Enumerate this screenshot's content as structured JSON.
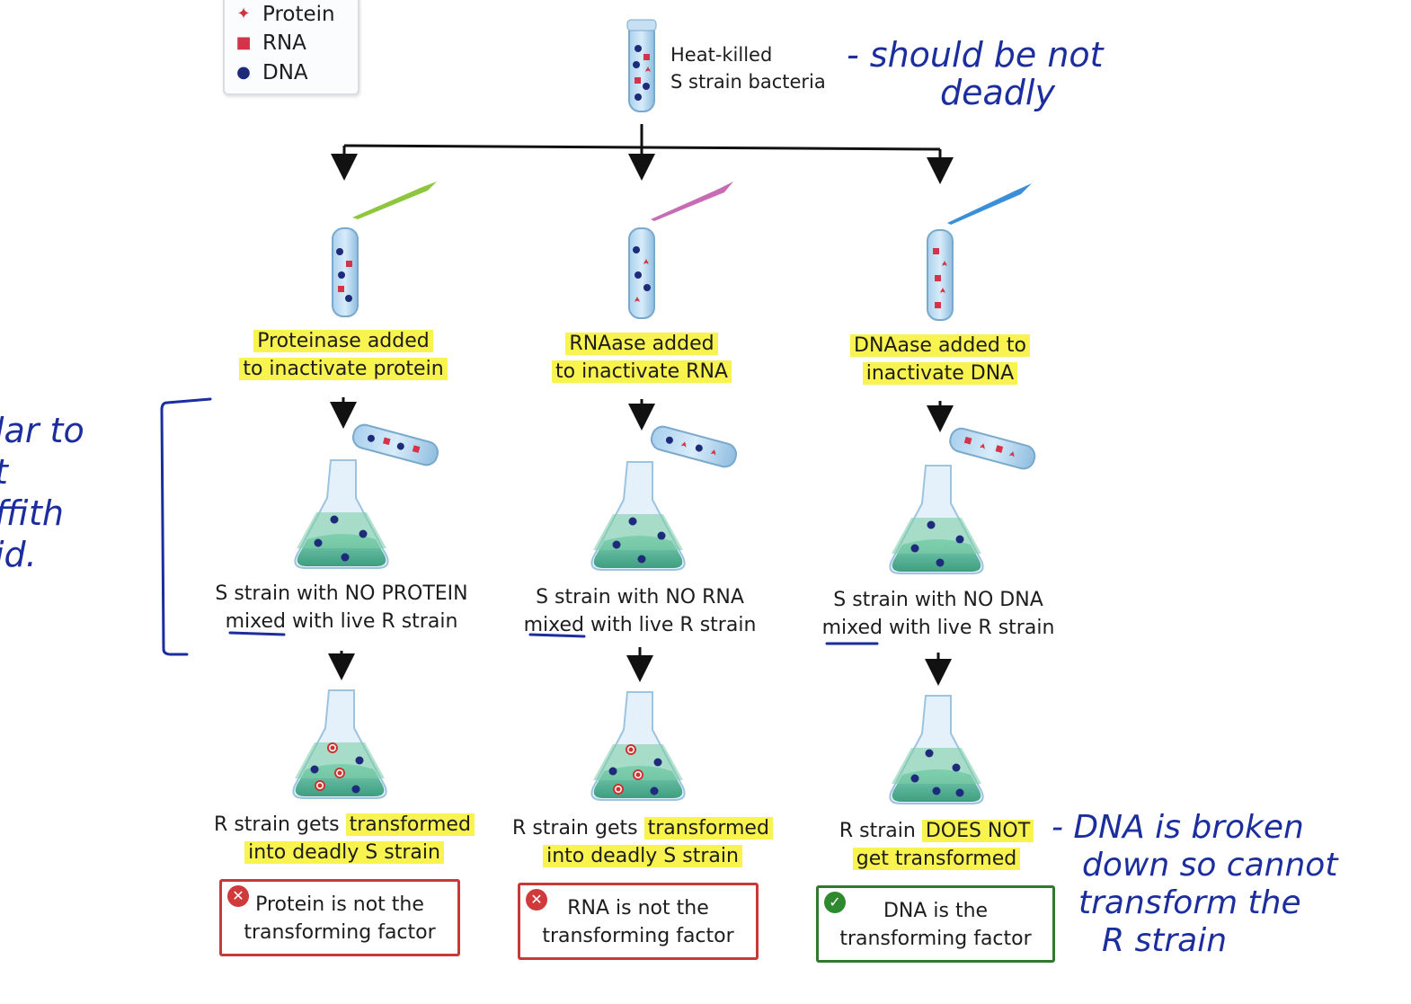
{
  "legend": {
    "items": [
      {
        "label": "Protein",
        "icon": "red-star-icon",
        "color": "#d0343c"
      },
      {
        "label": "RNA",
        "icon": "red-square-icon",
        "color": "#d4334a"
      },
      {
        "label": "DNA",
        "icon": "blue-dot-icon",
        "color": "#1e2a7a"
      }
    ]
  },
  "top": {
    "line1": "Heat-killed",
    "line2": "S strain bacteria",
    "note_line1": "- should be not",
    "note_line2": "deadly"
  },
  "columns": [
    {
      "enzyme_line1": "Proteinase added",
      "enzyme_line2": "to inactivate protein",
      "mix_line1": "S strain with NO PROTEIN",
      "mix_word": "mixed",
      "mix_rest": " with live R strain",
      "result_plain": "R strain gets ",
      "result_hl": "transformed",
      "result_line2": "into deadly S strain",
      "verdict_line1": "Protein is not the",
      "verdict_line2": "transforming factor",
      "verdict_icon": "x-circle-icon",
      "pipette_color": "#8fc63f"
    },
    {
      "enzyme_line1": "RNAase added",
      "enzyme_line2": "to inactivate RNA",
      "mix_line1": "S strain with NO RNA",
      "mix_word": "mixed",
      "mix_rest": " with live R strain",
      "result_plain": "R strain gets ",
      "result_hl": "transformed",
      "result_line2": "into deadly S strain",
      "verdict_line1": "RNA is not the",
      "verdict_line2": "transforming factor",
      "verdict_icon": "x-circle-icon",
      "pipette_color": "#c76bb5"
    },
    {
      "enzyme_line1": "DNAase added to",
      "enzyme_line2": "inactivate DNA",
      "mix_line1": "S strain with NO DNA",
      "mix_word": "mixed",
      "mix_rest": " with live R strain",
      "result_plain": "R strain ",
      "result_hl": "DOES NOT",
      "result_line2": "get transformed",
      "verdict_line1": "DNA is the",
      "verdict_line2": "transforming factor",
      "verdict_icon": "check-circle-icon",
      "pipette_color": "#3b8fd9"
    }
  ],
  "left_note": [
    "lar to",
    "t",
    "ffith",
    "id."
  ],
  "right_note": [
    "- DNA is broken",
    "down so cannot",
    "transform the",
    "R strain"
  ]
}
